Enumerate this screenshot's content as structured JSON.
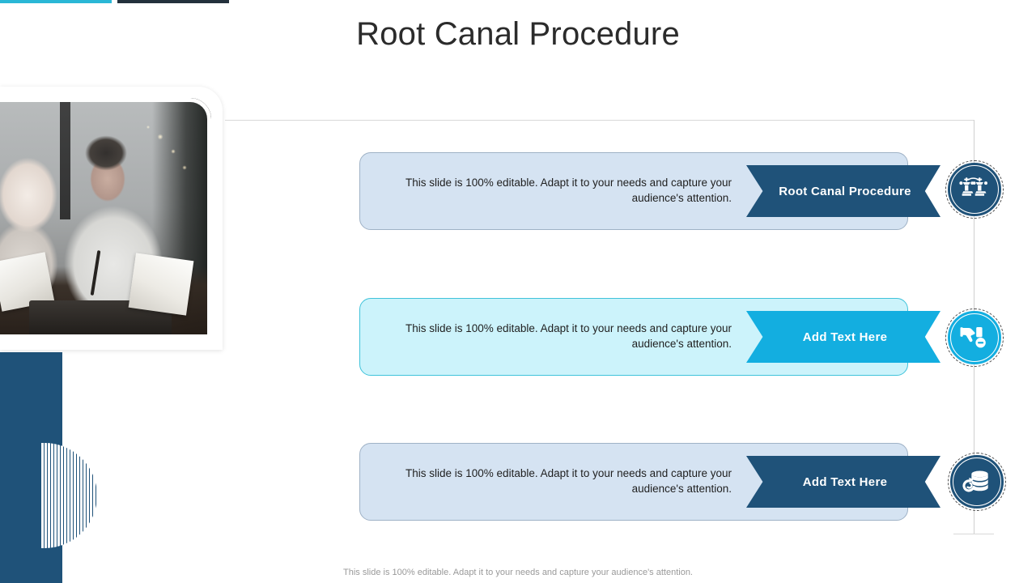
{
  "slide": {
    "title": "Root Canal Procedure",
    "footer_note": "This slide is 100% editable. Adapt it to your needs and capture your audience's attention."
  },
  "decor": {
    "topbar_cyan_color": "#2ab7d6",
    "topbar_dark_color": "#23313c",
    "block_color": "#1f5279",
    "accent_navy": "#1f5279",
    "accent_cyan": "#13aee0",
    "body_blue": "#d5e3f2",
    "body_cyan": "#ccf3fb"
  },
  "photo": {
    "alt": "Two colleagues reviewing open books and documents at a desk"
  },
  "rows": [
    {
      "body_text": "This slide is 100% editable.  Adapt it to your needs and capture your audience's attention.",
      "ribbon_label": "Root Canal Procedure",
      "icon_name": "chess-pieces-icon",
      "theme": "navy"
    },
    {
      "body_text": "This slide is 100% editable.  Adapt it to your needs and capture your audience's attention.",
      "ribbon_label": "Add  Text Here",
      "icon_name": "thumbs-down-minus-icon",
      "theme": "cyan"
    },
    {
      "body_text": "This slide is 100% editable.  Adapt it to your needs and capture your audience's attention.",
      "ribbon_label": "Add  Text Here",
      "icon_name": "database-refresh-icon",
      "theme": "navy"
    }
  ]
}
